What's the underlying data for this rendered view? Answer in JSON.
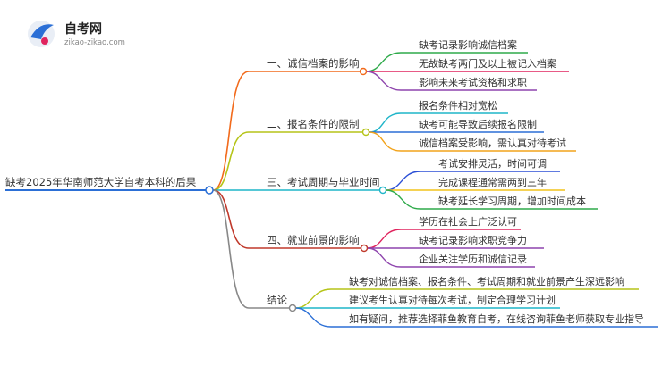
{
  "logo": {
    "name": "自考网",
    "url_text": "zikao-zikao.com"
  },
  "root": {
    "label": "缺考2025年华南师范大学自考本科的后果",
    "color": "#2b6fd6"
  },
  "branches": [
    {
      "label": "一、诚信档案的影响",
      "color": "#f26a1b",
      "leaves": [
        {
          "label": "缺考记录影响诚信档案",
          "color": "#2eaa4a"
        },
        {
          "label": "无故缺考两门及以上被记入档案",
          "color": "#e0245e"
        },
        {
          "label": "影响未来考试资格和求职",
          "color": "#8e44ad"
        }
      ]
    },
    {
      "label": "二、报名条件的限制",
      "color": "#b5c418",
      "leaves": [
        {
          "label": "报名条件相对宽松",
          "color": "#1fb5c9"
        },
        {
          "label": "缺考可能导致后续报名限制",
          "color": "#2b6fd6"
        },
        {
          "label": "诚信档案受影响，需认真对待考试",
          "color": "#f2a31b"
        }
      ]
    },
    {
      "label": "三、考试周期与毕业时间",
      "color": "#1fb5c9",
      "leaves": [
        {
          "label": "考试安排灵活，时间可调",
          "color": "#2b4fd6"
        },
        {
          "label": "完成课程通常需两到三年",
          "color": "#f2c31b"
        },
        {
          "label": "缺考延长学习周期，增加时间成本",
          "color": "#2eaa4a"
        }
      ]
    },
    {
      "label": "四、就业前景的影响",
      "color": "#c0392b",
      "leaves": [
        {
          "label": "学历在社会上广泛认可",
          "color": "#e0245e"
        },
        {
          "label": "缺考记录影响求职竞争力",
          "color": "#8e44ad"
        },
        {
          "label": "企业关注学历和诚信记录",
          "color": "#8e44ad"
        }
      ]
    },
    {
      "label": "结论",
      "color": "#888888",
      "leaves": [
        {
          "label": "缺考对诚信档案、报名条件、考试周期和就业前景产生深远影响",
          "color": "#b5c418"
        },
        {
          "label": "建议考生认真对待每次考试，制定合理学习计划",
          "color": "#1fb5c9"
        },
        {
          "label": "如有疑问，推荐选择菲鱼教育自考，在线咨询菲鱼老师获取专业指导",
          "color": "#2b6fd6"
        }
      ]
    }
  ]
}
